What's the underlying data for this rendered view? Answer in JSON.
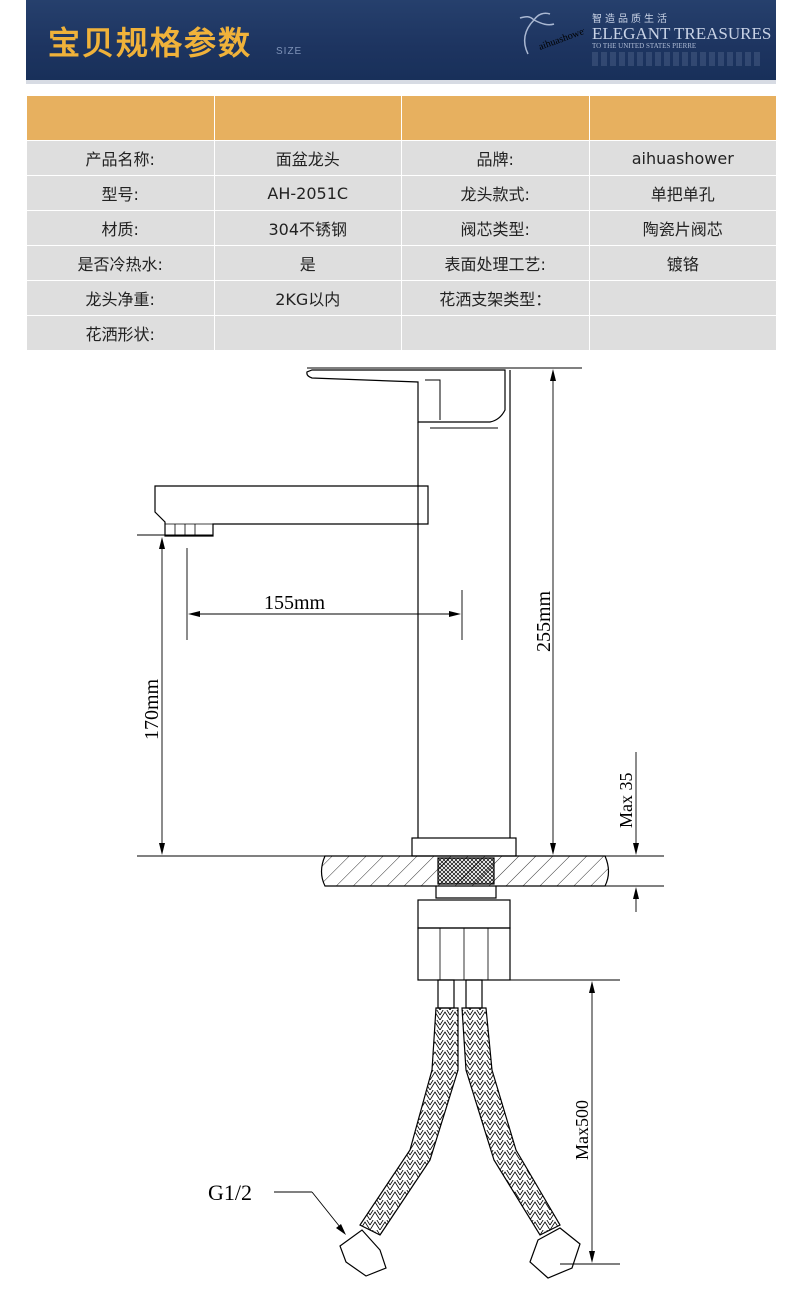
{
  "header": {
    "title": "宝贝规格参数",
    "subtitle": "SIZE",
    "slogan_cn": "智造品质生活",
    "slogan_en": "ELEGANT TREASURES",
    "slogan_en_sub": "TO THE UNITED STATES PIERRE",
    "logo_text": "aihuashower"
  },
  "spec_table": {
    "rows": [
      [
        "产品名称:",
        "面盆龙头",
        "品牌:",
        "aihuashower"
      ],
      [
        "型号:",
        "AH-2051C",
        "龙头款式:",
        "单把单孔"
      ],
      [
        "材质:",
        "304不锈钢",
        "阀芯类型:",
        "陶瓷片阀芯"
      ],
      [
        "是否冷热水:",
        "是",
        "表面处理工艺:",
        "镀铬"
      ],
      [
        "龙头净重:",
        "2KG以内",
        "花洒支架类型：",
        ""
      ],
      [
        "花洒形状:",
        "",
        "",
        ""
      ]
    ]
  },
  "drawing": {
    "dim_reach": "155mm",
    "dim_spout_height": "170mm",
    "dim_total_height": "255mm",
    "dim_counter_thickness": "Max 35",
    "dim_hose_length": "Max500",
    "thread_label": "G1/2"
  }
}
